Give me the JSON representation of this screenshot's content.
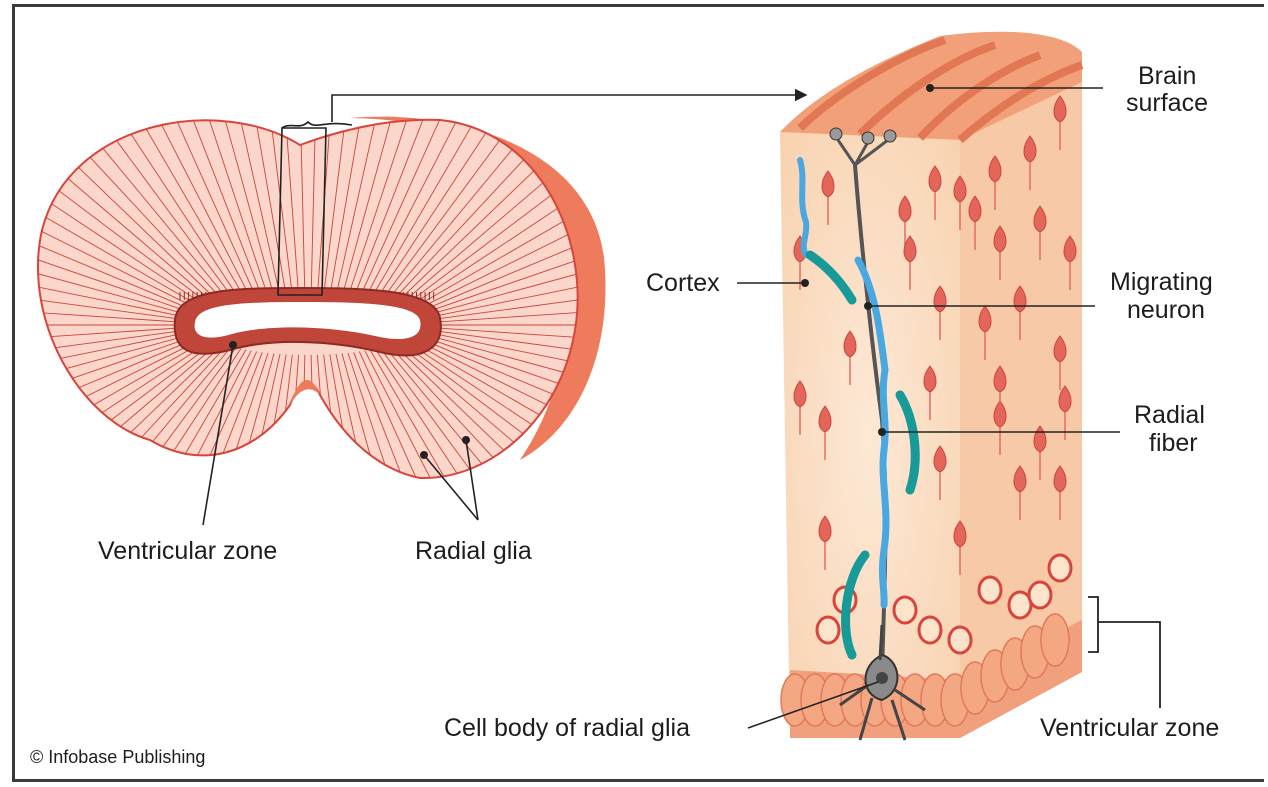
{
  "labels": {
    "ventricular_zone_left": "Ventricular zone",
    "radial_glia": "Radial glia",
    "brain_surface_1": "Brain",
    "brain_surface_2": "surface",
    "cortex": "Cortex",
    "migrating_neuron_1": "Migrating",
    "migrating_neuron_2": "neuron",
    "radial_fiber_1": "Radial",
    "radial_fiber_2": "fiber",
    "ventricular_zone_right": "Ventricular zone",
    "cell_body": "Cell body of radial glia"
  },
  "credit": "© Infobase Publishing",
  "colors": {
    "brain_fill": "#fbd6cb",
    "brain_rim": "#ee7b5c",
    "ventricle_dark": "#b8352a",
    "block_front": "#fbe3cc",
    "block_side": "#f7c9a6",
    "neuron_red": "#e4655a",
    "fiber_gray": "#555555",
    "migrating_blue": "#4aa8e0",
    "arrow_teal": "#179a98"
  }
}
